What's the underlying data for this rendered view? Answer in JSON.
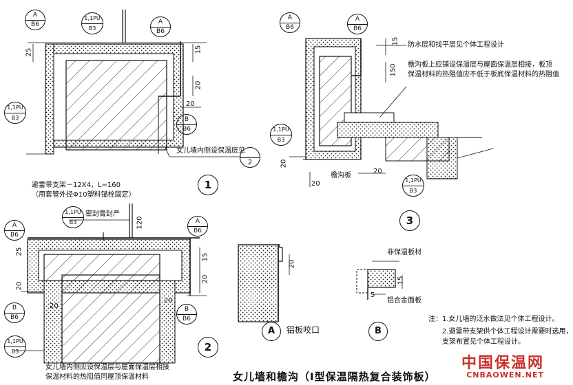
{
  "title": "女儿墙和檐沟（Ⅰ型保温隔热复合装饰板）",
  "detail_numbers": [
    "1",
    "2",
    "3"
  ],
  "section_labels": {
    "a": "A",
    "b": "B"
  },
  "refs": {
    "a_b6": {
      "top": "A",
      "bottom": "B6"
    },
    "b_b6": {
      "top": "B",
      "bottom": "B6"
    },
    "pu_b3": {
      "top": "1,1PU",
      "bottom": "B3"
    },
    "wall_ref": {
      "top": "",
      "bottom": "2"
    }
  },
  "dims": {
    "d15": "15",
    "d20": "20",
    "d25": "25",
    "d120": "120",
    "d150": "150",
    "d5": "5"
  },
  "labels": {
    "inner_wall": "女儿墙内侧设保温层见",
    "lightning_line1": "避雷带支架－12X4，L=160",
    "lightning_line2": "（用套管外径Φ10塑料锚栓固定）",
    "sealant": "密封膏封严",
    "bottom_note_1": "女儿墙内侧应设保温层与屋面保温层相接",
    "bottom_note_2": "保温材料的热阻值同屋顶保温材料",
    "waterproof": "防水层和找平层见个体工程设计",
    "gutter_note_1": "檐沟板上应铺设保温层与屋面保温层相接，板顶",
    "gutter_note_2": "保温材料的热阻值应不低于板底保温材料的热阻值",
    "gutter_board": "檐沟板",
    "panel_seam": "铝板咬口",
    "non_insulating": "非保温板材",
    "al_panel": "铝合金面板"
  },
  "notes": [
    "注：1.女儿墙的泛水做法见个体工程设计。",
    "2.避雷带支架供个体工程设计需要时选用，",
    "支架布置见个体工程设计。"
  ],
  "watermark": {
    "cn": "中国保温网",
    "en": "CNBAOWEN.NET"
  }
}
